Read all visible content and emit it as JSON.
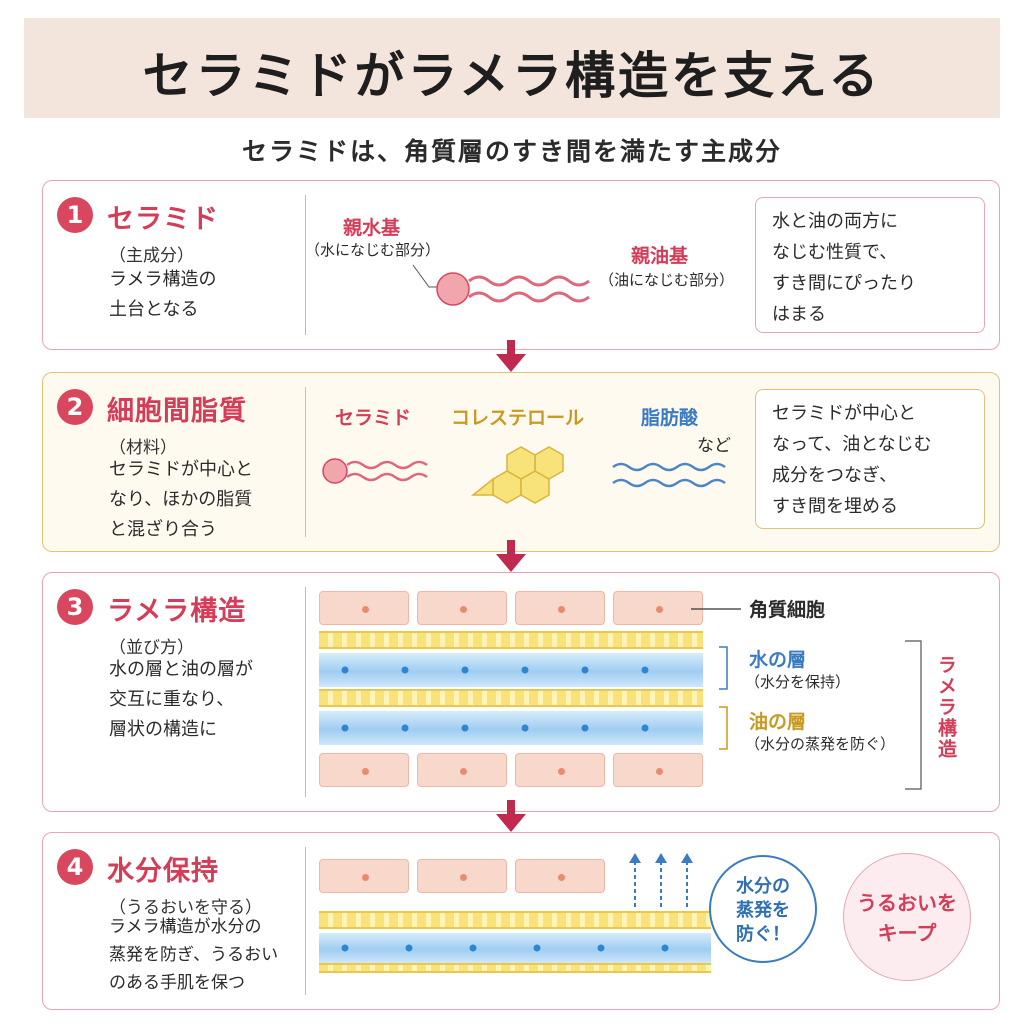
{
  "title": "セラミドがラメラ構造を支える",
  "subtitle": "セラミドは、角質層のすき間を満たす主成分",
  "sections": [
    {
      "number": "1",
      "heading": "セラミド",
      "sub": "（主成分）",
      "desc": "ラメラ構造の\n土台となる",
      "labels": {
        "hydrophilic": "親水基",
        "hydrophilic_note": "（水になじむ部分）",
        "lipophilic": "親油基",
        "lipophilic_note": "（油になじむ部分）"
      },
      "note": "水と油の両方に\nなじむ性質で、\nすき間にぴったり\nはまる"
    },
    {
      "number": "2",
      "heading": "細胞間脂質",
      "sub": "（材料）",
      "desc": "セラミドが中心と\nなり、ほかの脂質\nと混ざり合う",
      "labels": {
        "ceramide": "セラミド",
        "cholesterol": "コレステロール",
        "fatty_acid": "脂肪酸",
        "etc": "など"
      },
      "note": "セラミドが中心と\nなって、油となじむ\n成分をつなぎ、\nすき間を埋める"
    },
    {
      "number": "3",
      "heading": "ラメラ構造",
      "sub": "（並び方）",
      "desc": "水の層と油の層が\n交互に重なり、\n層状の構造に",
      "labels": {
        "corneocyte": "角質細胞",
        "water_layer": "水の層",
        "water_note": "（水分を保持）",
        "oil_layer": "油の層",
        "oil_note": "（水分の蒸発を防ぐ）",
        "lamella_vertical": "ラメラ構造"
      }
    },
    {
      "number": "4",
      "heading": "水分保持",
      "sub": "（うるおいを守る）",
      "desc": "ラメラ構造が水分の\n蒸発を防ぎ、うるおい\nのある手肌を保つ",
      "labels": {
        "prevent_evap": "水分の\n蒸発を\n防ぐ！",
        "keep_moist": "うるおいを\nキープ"
      }
    }
  ],
  "colors": {
    "accent_pink": "#d43c57",
    "oil_gold": "#c99a22",
    "water_blue": "#3a7cc2",
    "title_band": "#f3e4dc"
  }
}
